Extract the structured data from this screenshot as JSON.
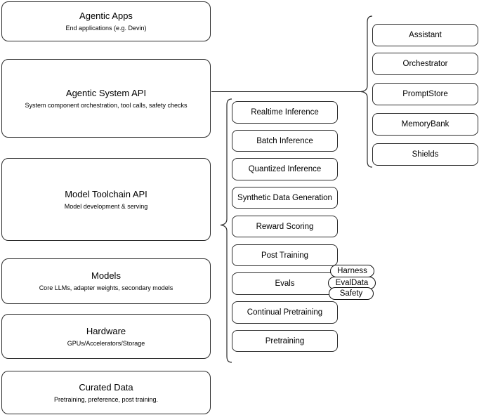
{
  "diagram": {
    "title": "AI Stack Layers Architecture Diagram",
    "background_color": "#ffffff",
    "stroke_color": "#2b2b2b",
    "stack_layers": [
      {
        "id": "agentic-apps",
        "title": "Agentic Apps",
        "subtitle": "End applications (e.g. Devin)"
      },
      {
        "id": "agentic-system-api",
        "title": "Agentic System API",
        "subtitle": "System component orchestration, tool calls, safety checks"
      },
      {
        "id": "model-toolchain-api",
        "title": "Model Toolchain API",
        "subtitle": "Model development & serving"
      },
      {
        "id": "models",
        "title": "Models",
        "subtitle": "Core LLMs, adapter weights, secondary models"
      },
      {
        "id": "hardware",
        "title": "Hardware",
        "subtitle": "GPUs/Accelerators/Storage"
      },
      {
        "id": "curated-data",
        "title": "Curated Data",
        "subtitle": "Pretraining, preference, post training."
      }
    ],
    "toolchain_components": [
      {
        "id": "realtime-inference",
        "label": "Realtime Inference"
      },
      {
        "id": "batch-inference",
        "label": "Batch Inference"
      },
      {
        "id": "quantized-inference",
        "label": "Quantized Inference"
      },
      {
        "id": "synthetic-data-generation",
        "label": "Synthetic Data Generation"
      },
      {
        "id": "reward-scoring",
        "label": "Reward Scoring"
      },
      {
        "id": "post-training",
        "label": "Post Training"
      },
      {
        "id": "evals",
        "label": "Evals"
      },
      {
        "id": "continual-pretraining",
        "label": "Continual Pretraining"
      },
      {
        "id": "pretraining",
        "label": "Pretraining"
      }
    ],
    "eval_tags": [
      {
        "id": "harness",
        "label": "Harness"
      },
      {
        "id": "evaldata",
        "label": "EvalData"
      },
      {
        "id": "safety",
        "label": "Safety"
      }
    ],
    "system_components": [
      {
        "id": "assistant",
        "label": "Assistant"
      },
      {
        "id": "orchestrator",
        "label": "Orchestrator"
      },
      {
        "id": "promptstore",
        "label": "PromptStore"
      },
      {
        "id": "memorybank",
        "label": "MemoryBank"
      },
      {
        "id": "shields",
        "label": "Shields"
      }
    ]
  }
}
